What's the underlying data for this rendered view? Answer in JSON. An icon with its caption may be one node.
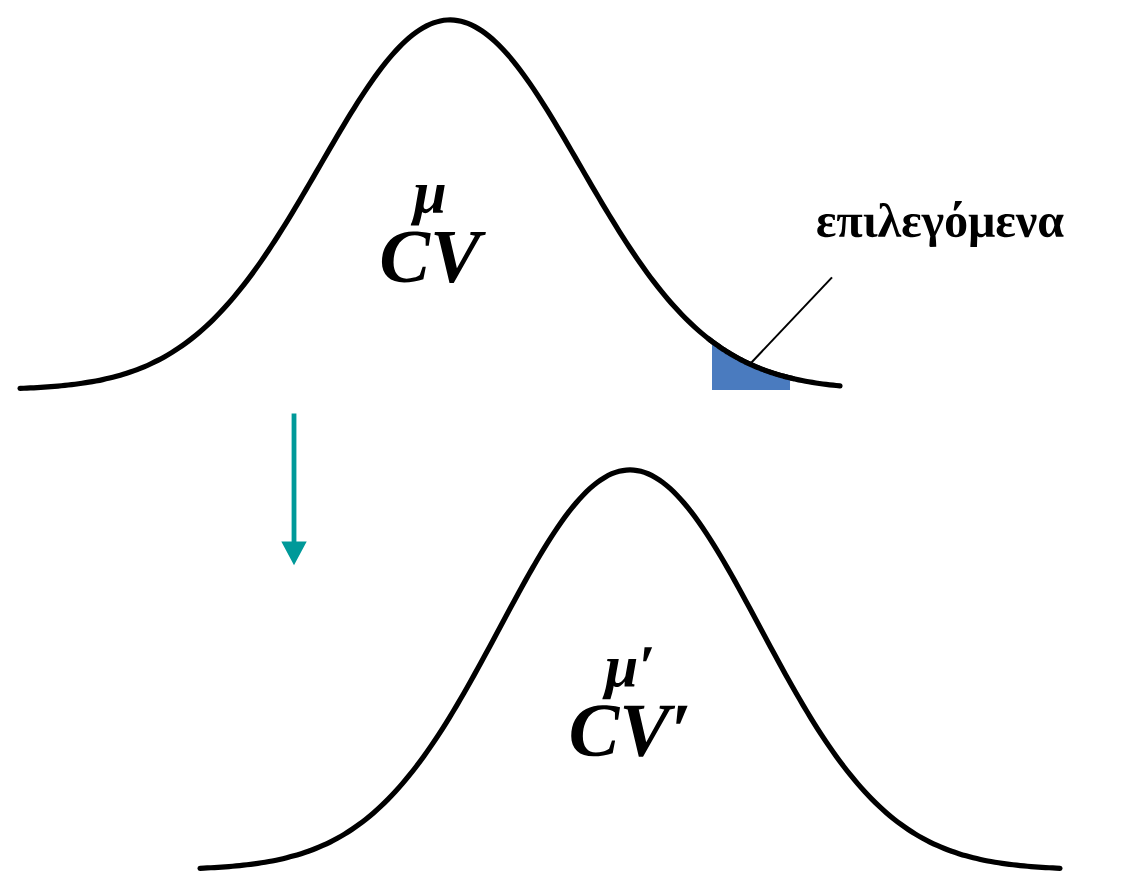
{
  "diagram": {
    "nodes": [
      {
        "text": [
          "μ",
          "CV"
        ]
      },
      {
        "text": [
          "μ′",
          "CV′"
        ]
      },
      {
        "text": [
          "επιλεγόμενα"
        ]
      },
      {
        "text": [],
        "shape": "box",
        "in": 0
      }
    ],
    "edges": [
      {
        "from": 0,
        "to": 1,
        "arrow": "to",
        "color": "#009999"
      },
      {
        "from": 2,
        "to": 3,
        "arrow": "none",
        "color": "#000000"
      }
    ]
  }
}
